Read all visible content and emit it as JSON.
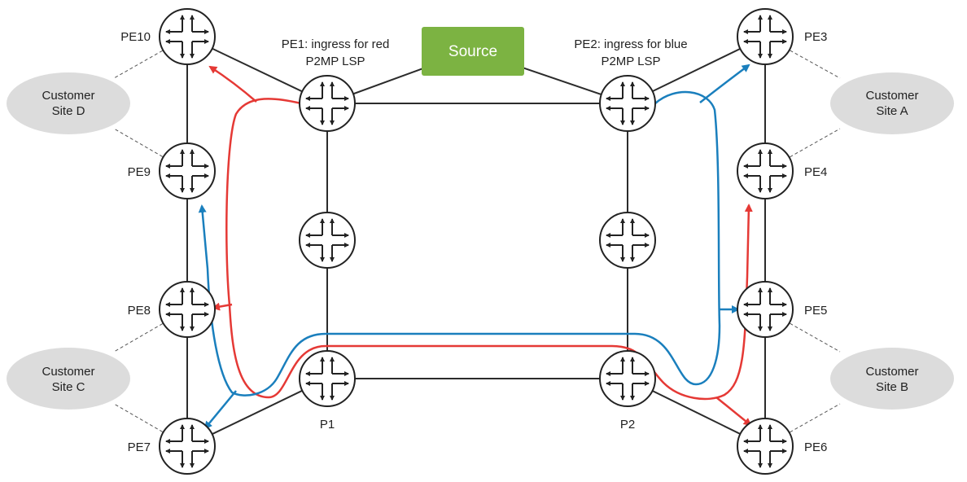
{
  "source": {
    "label": "Source",
    "color": "#7cb342"
  },
  "annotations": {
    "pe1": [
      "PE1: ingress for red",
      "P2MP LSP"
    ],
    "pe2": [
      "PE2: ingress for blue",
      "P2MP LSP"
    ]
  },
  "routers": {
    "pe10": "PE10",
    "pe9": "PE9",
    "pe8": "PE8",
    "pe7": "PE7",
    "pe3": "PE3",
    "pe4": "PE4",
    "pe5": "PE5",
    "pe6": "PE6",
    "p1": "P1",
    "p2": "P2"
  },
  "sites": {
    "d": [
      "Customer",
      "Site D"
    ],
    "c": [
      "Customer",
      "Site C"
    ],
    "a": [
      "Customer",
      "Site A"
    ],
    "b": [
      "Customer",
      "Site B"
    ]
  },
  "colors": {
    "red_lsp": "#e53935",
    "blue_lsp": "#1a7fbd",
    "router_fill": "#ffffff",
    "router_stroke": "#222222",
    "link": "#2b2b2b",
    "site_fill": "#dcdcdc"
  },
  "icons": {
    "router": "router-icon"
  }
}
